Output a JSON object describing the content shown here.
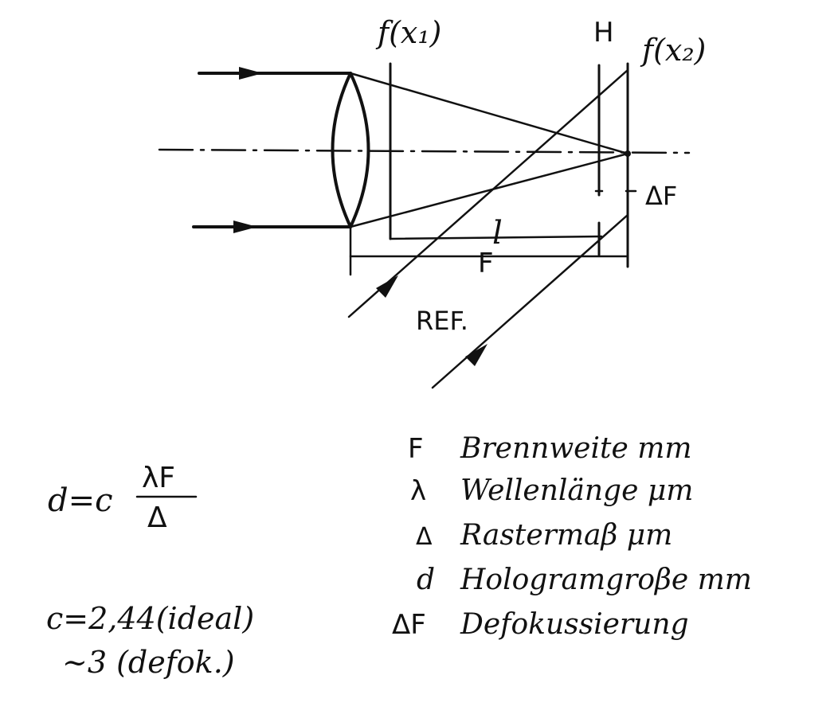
{
  "diagram": {
    "labels": {
      "f_x1": "f(x₁)",
      "hologram_plane": "H",
      "f_x2": "f(x₂)",
      "delta_f": "ΔF",
      "distance_l": "l",
      "focal_length": "F",
      "reference": "REF."
    }
  },
  "formula": {
    "lhs": "d=c",
    "numerator": "λF",
    "denominator": "Δ"
  },
  "constants": {
    "line1": "c=2,44(ideal)",
    "line2": "~3 (defok.)"
  },
  "legend": [
    {
      "symbol": "F",
      "text": "Brennweite mm"
    },
    {
      "symbol": "λ",
      "text": "Wellenlänge μm"
    },
    {
      "symbol": "Δ",
      "text": "Rastermaβ μm"
    },
    {
      "symbol": "d",
      "text": "Hologramgroβe mm"
    },
    {
      "symbol": "ΔF",
      "text": "Defokussierung"
    }
  ]
}
